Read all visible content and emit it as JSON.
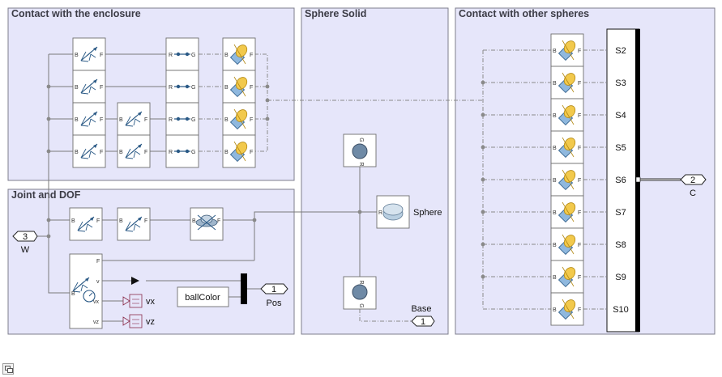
{
  "areas": {
    "enclosure": "Contact with the enclosure",
    "joint": "Joint and DOF",
    "solid": "Sphere Solid",
    "spheres": "Contact with other spheres"
  },
  "port_letters": {
    "b": "B",
    "f": "F",
    "r": "R",
    "g": "G",
    "v": "v",
    "vx": "vx",
    "vz": "vz"
  },
  "inports": [
    {
      "num": "3",
      "name": "W"
    }
  ],
  "outports": [
    {
      "num": "1",
      "name": "Pos"
    },
    {
      "num": "2",
      "name": "C"
    },
    {
      "num": "1",
      "name": "Base"
    }
  ],
  "blocks": {
    "sphere_name": "Sphere",
    "constant": "ballColor",
    "scope_vx": "vx",
    "scope_vz": "vz"
  },
  "bus_signals": [
    "S2",
    "S3",
    "S4",
    "S5",
    "S6",
    "S7",
    "S8",
    "S9",
    "S10"
  ],
  "colors": {
    "area_fill": "#e6e6fa",
    "area_border": "#7d7d8c",
    "icon_blue": "#2b5a86",
    "contact_yellow": "#f2c94c",
    "contact_blue": "#8fb8de",
    "bus_bar": "#000000"
  },
  "icons": [
    "transform-icon",
    "contact-force-icon",
    "weld-icon",
    "bearing-icon",
    "sphere-icon",
    "frame-icon",
    "sensor-icon",
    "scope-icon",
    "fit-view-icon"
  ]
}
